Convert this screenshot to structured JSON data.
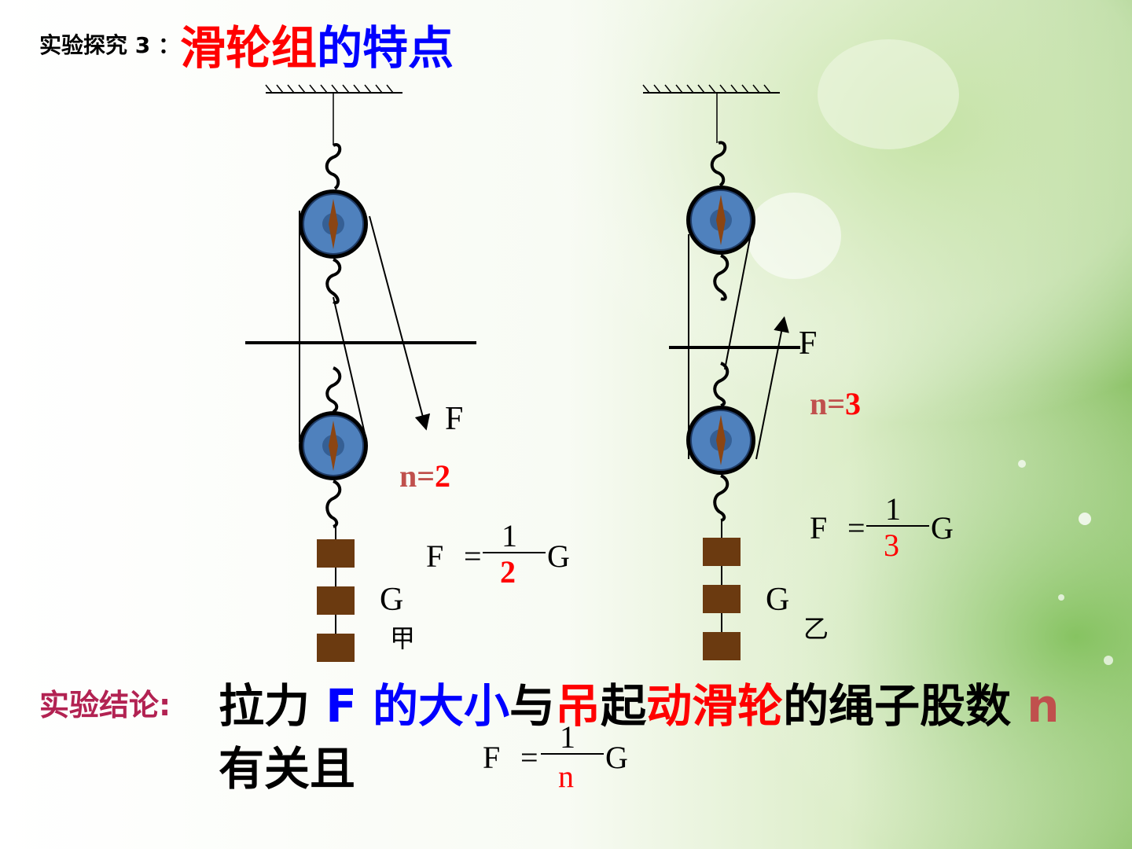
{
  "title": {
    "prefix": "实验探究 3 ：",
    "part1": "滑轮组",
    "part2": "的特点"
  },
  "left_setup": {
    "force_label": "F",
    "n_label": "n",
    "n_eq": "=",
    "n_value": "2",
    "weight_label": "G",
    "caption": "甲",
    "formula": {
      "F": "F",
      "eq": "=",
      "numerator": "1",
      "denominator": "2",
      "G": "G"
    }
  },
  "right_setup": {
    "force_label": "F",
    "n_label": "n",
    "n_eq": "=",
    "n_value": "3",
    "weight_label": "G",
    "caption": "乙",
    "formula": {
      "F": "F",
      "eq": "=",
      "numerator": "1",
      "denominator": "3",
      "G": "G"
    }
  },
  "conclusion": {
    "label": "实验结论:",
    "t1": "拉力 ",
    "t2": "F 的大小",
    "t3": "与",
    "t4": "吊",
    "t5": "起",
    "t6": "动滑轮",
    "t7": "的绳子股数 ",
    "t8": "n",
    "t9": "有关且",
    "formula": {
      "F": "F",
      "eq": "=",
      "numerator": "1",
      "denominator": "n",
      "G": "G"
    }
  },
  "colors": {
    "title_red": "#ff0000",
    "title_blue": "#0000ff",
    "pulley_blue": "#4f81bd",
    "pulley_rim": "#000000",
    "pulley_core": "#8b4513",
    "weight_brown": "#6b3a10",
    "conclusion_label": "#b22252",
    "n_color": "#c0504d"
  }
}
